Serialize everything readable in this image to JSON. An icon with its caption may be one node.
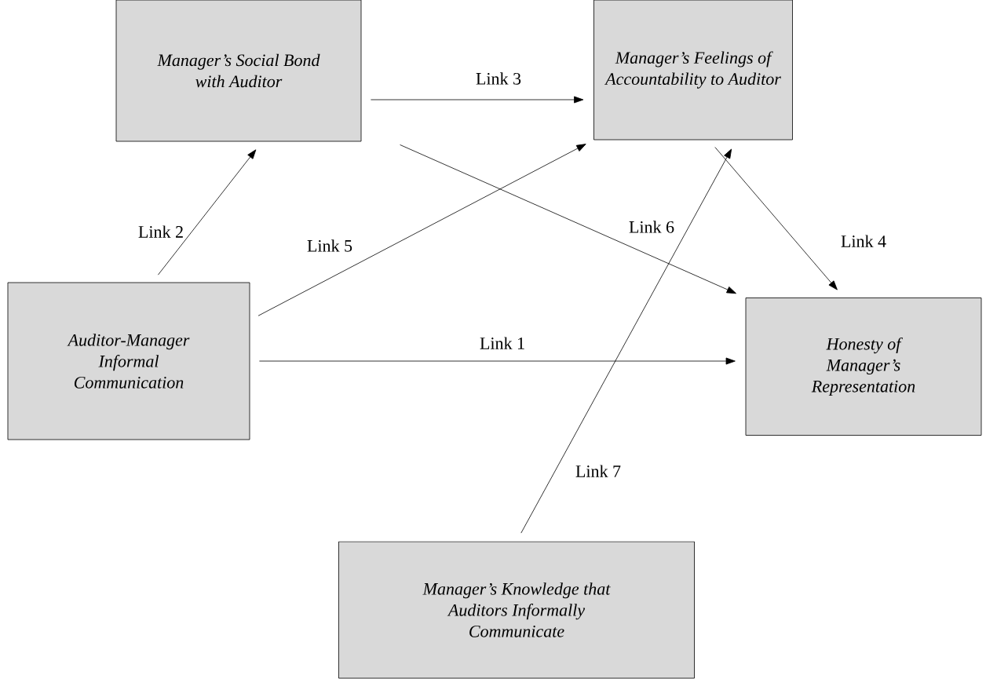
{
  "diagram": {
    "nodes": [
      {
        "text": [
          "Manager’s Social Bond with Auditor"
        ]
      },
      {
        "text": [
          "Manager’s Feelings of Accountability to Auditor"
        ]
      },
      {
        "text": [
          "Auditor-Manager Informal Communication"
        ]
      },
      {
        "text": [
          "Honesty of Manager’s Representation"
        ]
      },
      {
        "text": [
          "Manager’s Knowledge that Auditors Informally Communicate"
        ]
      }
    ],
    "edges": [
      {
        "from": 2,
        "to": 3,
        "arrow": "to",
        "label": "Link 1"
      },
      {
        "from": 2,
        "to": 0,
        "arrow": "to",
        "label": "Link 2"
      },
      {
        "from": 0,
        "to": 1,
        "arrow": "to",
        "label": "Link 3"
      },
      {
        "from": 1,
        "to": 3,
        "arrow": "to",
        "label": "Link 4"
      },
      {
        "from": 2,
        "to": 1,
        "arrow": "to",
        "label": "Link 5"
      },
      {
        "from": 0,
        "to": 3,
        "arrow": "to",
        "label": "Link 6"
      },
      {
        "from": 4,
        "to": 1,
        "arrow": "to",
        "label": "Link 7"
      }
    ]
  }
}
